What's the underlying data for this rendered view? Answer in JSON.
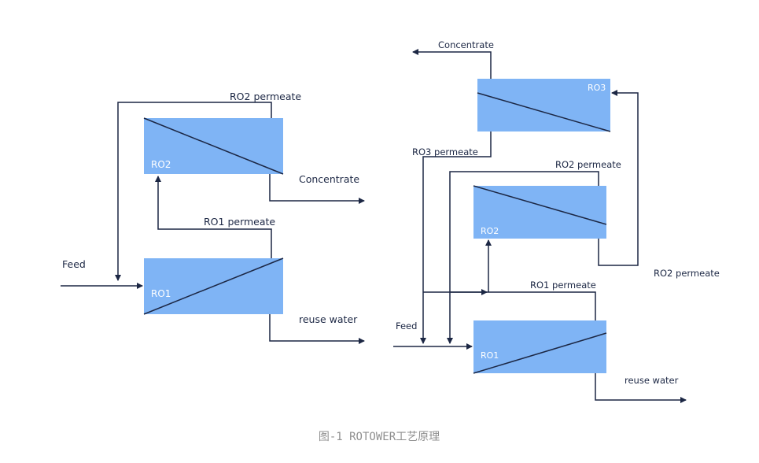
{
  "colors": {
    "unit_fill": "#7fb4f5",
    "line": "#1c2744",
    "label_on_unit": "#ffffff",
    "caption": "#8f8f8f"
  },
  "left_diagram": {
    "units": {
      "ro1": "RO1",
      "ro2": "RO2"
    },
    "labels": {
      "feed": "Feed",
      "ro1_permeate": "RO1 permeate",
      "ro2_permeate": "RO2 permeate",
      "concentrate": "Concentrate",
      "reuse_water": "reuse water"
    }
  },
  "right_diagram": {
    "units": {
      "ro1": "RO1",
      "ro2": "RO2",
      "ro3": "RO3"
    },
    "labels": {
      "feed": "Feed",
      "concentrate": "Concentrate",
      "ro3_permeate": "RO3 permeate",
      "ro2_permeate_top": "RO2 permeate",
      "ro2_permeate_side": "RO2 permeate",
      "ro1_permeate": "RO1 permeate",
      "reuse_water": "reuse water"
    }
  },
  "caption": "图-1  ROTOWER工艺原理"
}
